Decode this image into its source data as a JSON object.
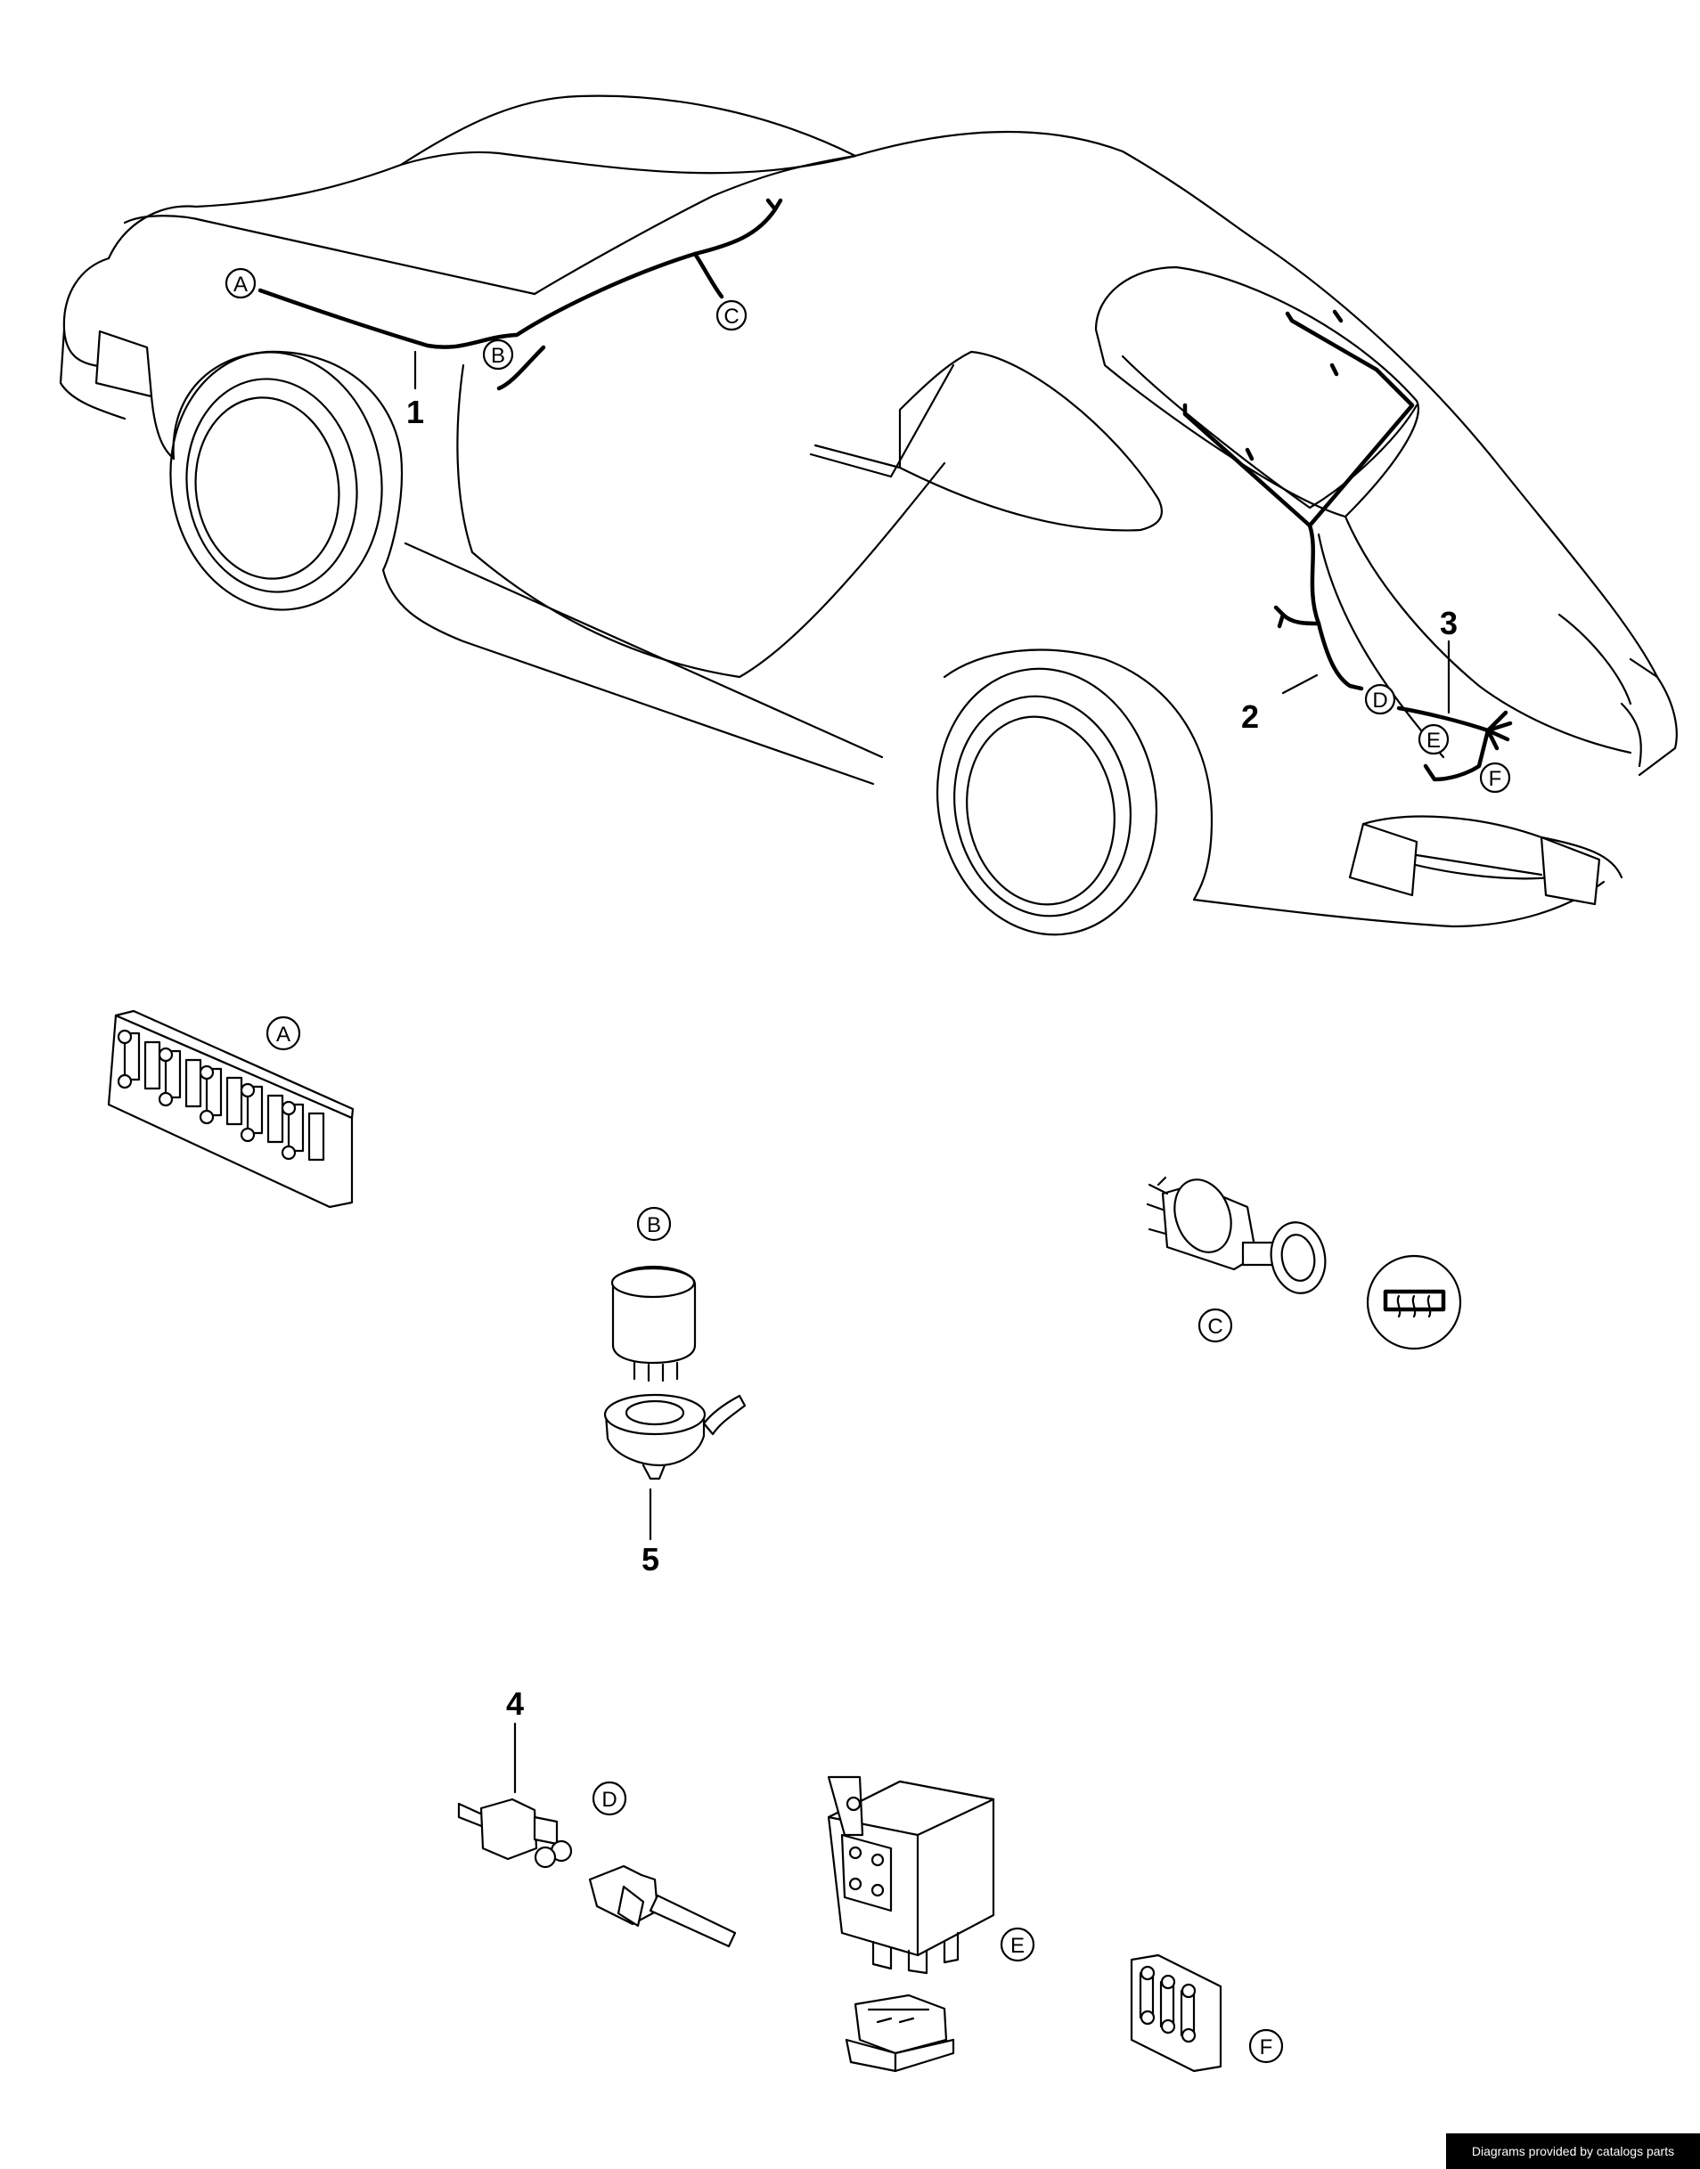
{
  "diagram": {
    "callout_numbers": [
      "1",
      "2",
      "3",
      "4",
      "5"
    ],
    "detail_letters": [
      "A",
      "B",
      "C",
      "D",
      "E",
      "F"
    ]
  },
  "footer": {
    "credit_text": "Diagrams provided by catalogs parts"
  }
}
